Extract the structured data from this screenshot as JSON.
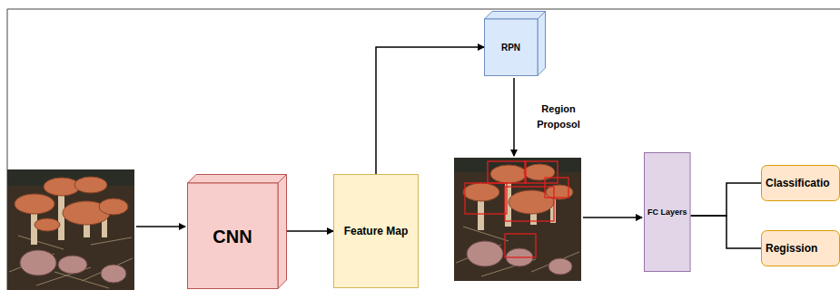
{
  "diagram": {
    "nodes": [
      {
        "text": [
          "CNN"
        ]
      },
      {
        "text": [
          "Feature Map"
        ]
      },
      {
        "text": [
          "RPN"
        ]
      },
      {
        "text": [
          "FC Layers"
        ]
      },
      {
        "text": [
          "Classificatio"
        ]
      },
      {
        "text": [
          "Regission"
        ]
      }
    ],
    "edges": [
      {
        "from": 0,
        "to": 1,
        "arrow": "to"
      },
      {
        "from": 1,
        "to": 2,
        "arrow": "to"
      },
      {
        "from": 3,
        "to": 4,
        "arrow": "none"
      },
      {
        "from": 3,
        "to": 5,
        "arrow": "none"
      }
    ],
    "labels": [
      "Region Proposol"
    ]
  }
}
